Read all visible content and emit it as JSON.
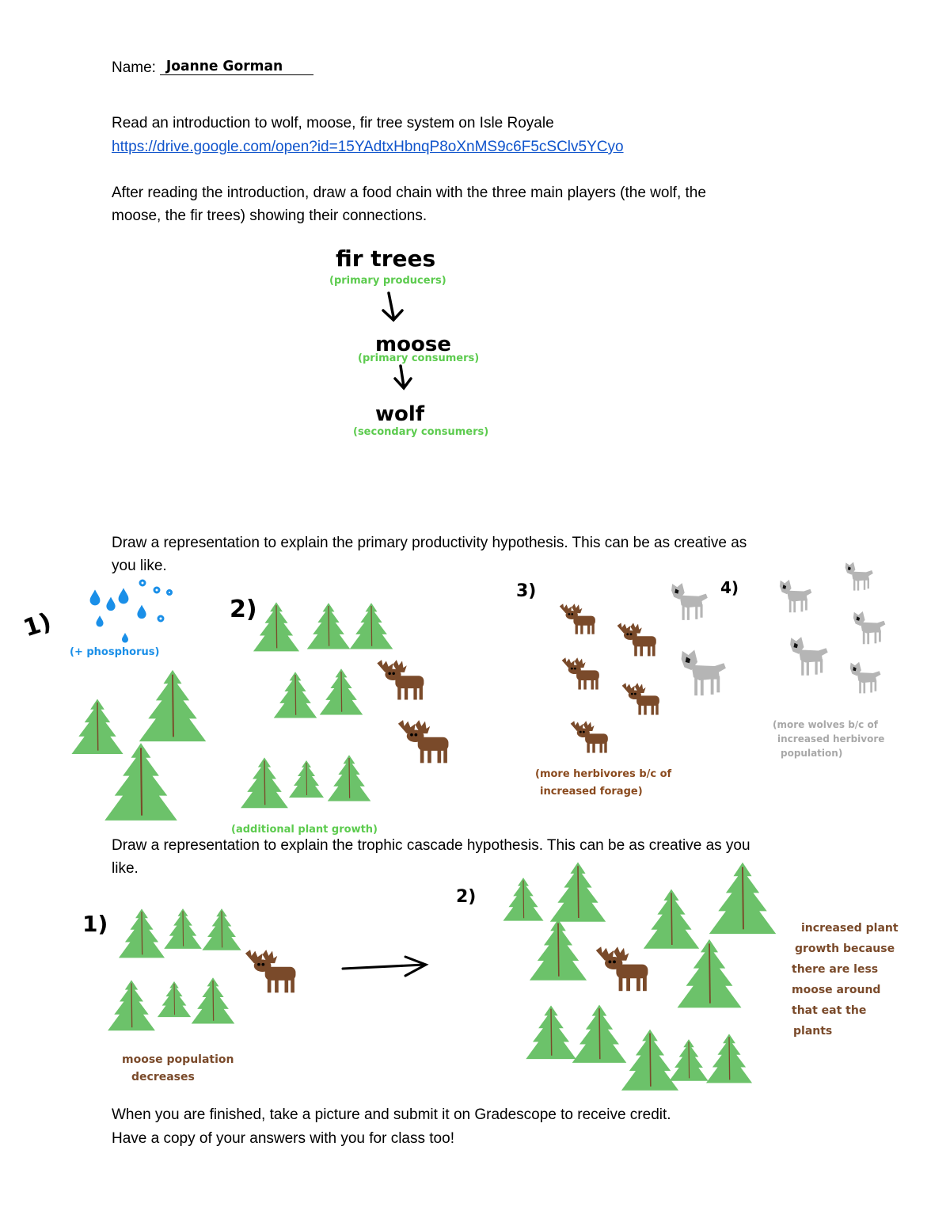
{
  "header": {
    "name_label": "Name:",
    "student_name": "Joanne Gorman"
  },
  "intro": {
    "line1": "Read an introduction to wolf, moose, fir tree system on Isle Royale",
    "link_text": "https://drive.google.com/open?id=15YAdtxHbnqP8oXnMS9c6F5cSClv5YCyo",
    "prompt_line1": "After reading the introduction, draw a food chain with the three main players (the wolf, the",
    "prompt_line2": "moose, the fir trees) showing their connections."
  },
  "food_chain": {
    "level1": "fir trees",
    "level1_role": "(primary producers)",
    "level2": "moose",
    "level2_role": "(primary consumers)",
    "level3": "wolf",
    "level3_role": "(secondary consumers)"
  },
  "primary_productivity": {
    "prompt_line1": "Draw a representation to explain the primary productivity hypothesis. This can be as creative as",
    "prompt_line2": "you like.",
    "step1": "1)",
    "step1_note": "(+ phosphorus)",
    "step2": "2)",
    "step2_note": "(additional plant growth)",
    "step3": "3)",
    "step3_note_line1": "(more herbivores b/c of",
    "step3_note_line2": "increased forage)",
    "step4": "4)",
    "step4_note_line1": "(more wolves b/c of",
    "step4_note_line2": "increased herbivore",
    "step4_note_line3": "population)"
  },
  "trophic_cascade": {
    "prompt_line1": "Draw a representation to explain the trophic cascade hypothesis. This can be as creative as you",
    "prompt_line2": "like.",
    "step1": "1)",
    "step1_note_line1": "moose population",
    "step1_note_line2": "decreases",
    "step2": "2)",
    "step2_note_line1": "increased plant",
    "step2_note_line2": "growth because",
    "step2_note_line3": "there are less",
    "step2_note_line4": "moose around",
    "step2_note_line5": "that eat the",
    "step2_note_line6": "plants"
  },
  "closing": {
    "line1": "When you are finished, take a picture and submit it on Gradescope to receive credit.",
    "line2": "Have a copy of your answers with you for class too!"
  },
  "colors": {
    "tree_green": "#6cc26a",
    "moose_brown": "#7a4a2a",
    "wolf_gray": "#b5b5b5",
    "water_blue": "#1a8fe8",
    "label_green": "#5ccb4e",
    "link_blue": "#1155cc"
  },
  "icons": [
    "fir-tree-icon",
    "moose-icon",
    "wolf-icon",
    "water-drop-icon",
    "arrow-icon"
  ]
}
